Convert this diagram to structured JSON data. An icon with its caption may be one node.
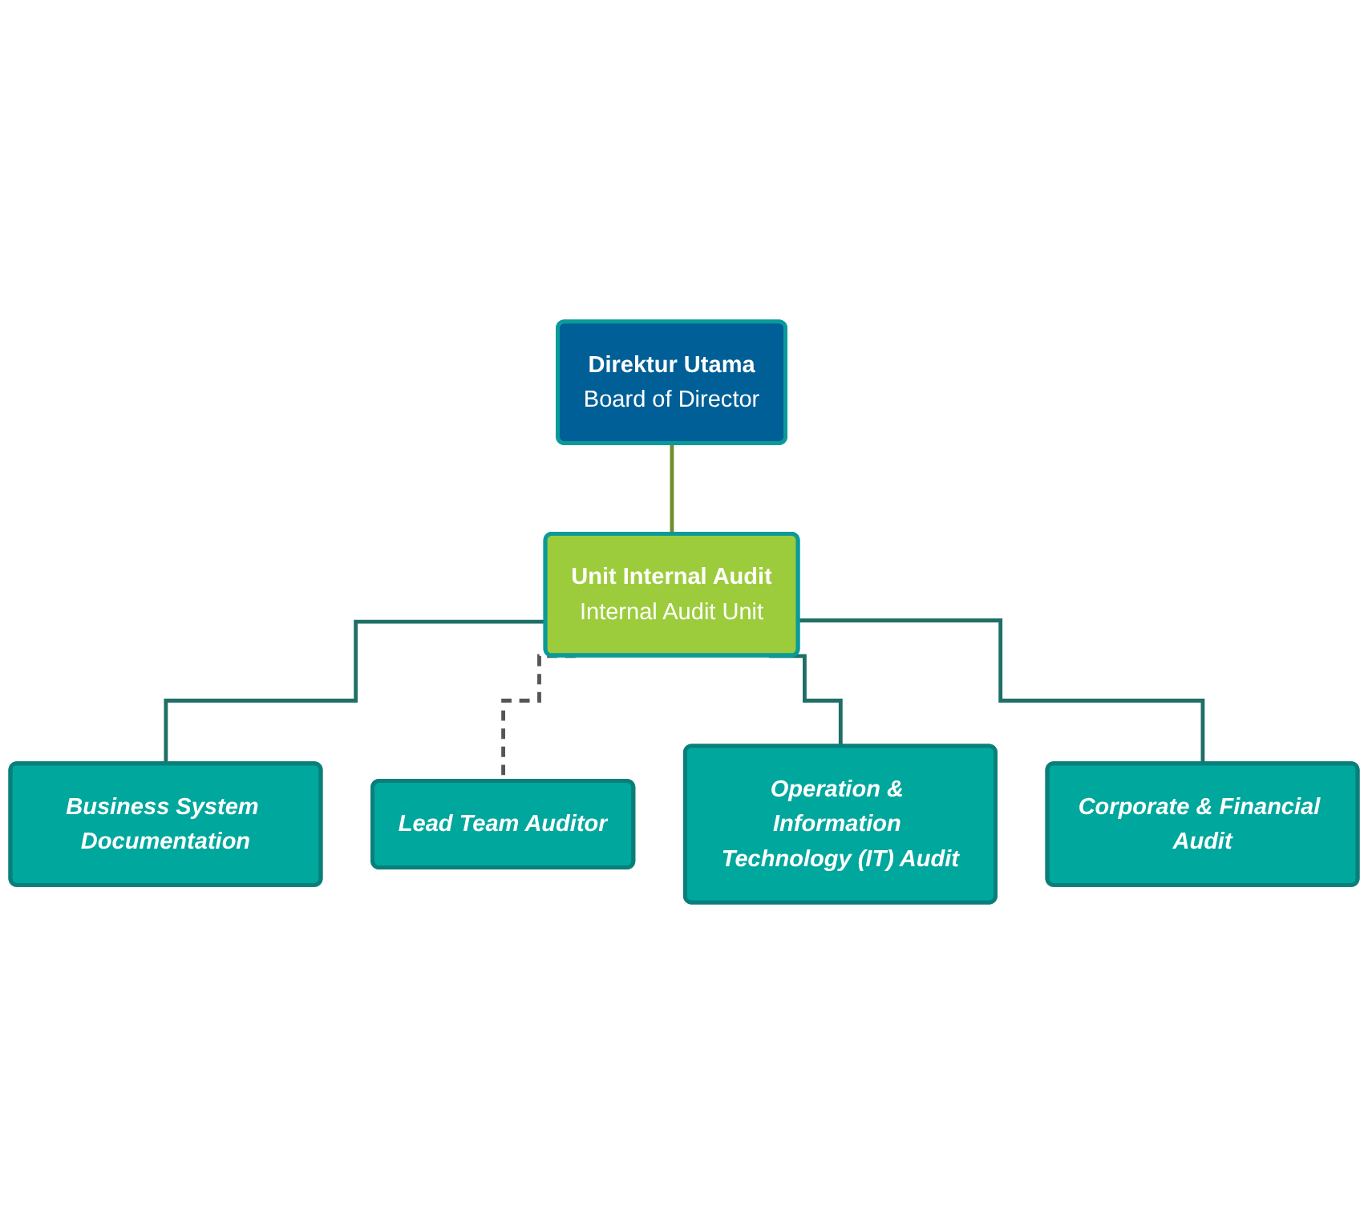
{
  "diagram": {
    "nodes": [
      {
        "text": [
          "Direktur Utama",
          "Board of Director"
        ]
      },
      {
        "text": [
          "Unit Internal Audit",
          "Internal Audit Unit"
        ]
      },
      {
        "text": [
          "Business System Documentation"
        ]
      },
      {
        "text": [
          "Lead Team Auditor"
        ]
      },
      {
        "text": [
          "Operation & Information Technology (IT) Audit"
        ]
      },
      {
        "text": [
          "Corporate & Financial Audit"
        ]
      }
    ],
    "edges": [
      {
        "from": 0,
        "to": 1,
        "arrow": "none",
        "color": "#6f8f2a"
      },
      {
        "from": 1,
        "to": 2,
        "arrow": "none"
      },
      {
        "from": 1,
        "to": 3,
        "arrow": "none",
        "style": "dashed",
        "color": "#555555"
      },
      {
        "from": 1,
        "to": 4,
        "arrow": "none"
      },
      {
        "from": 1,
        "to": 5,
        "arrow": "none"
      }
    ]
  }
}
